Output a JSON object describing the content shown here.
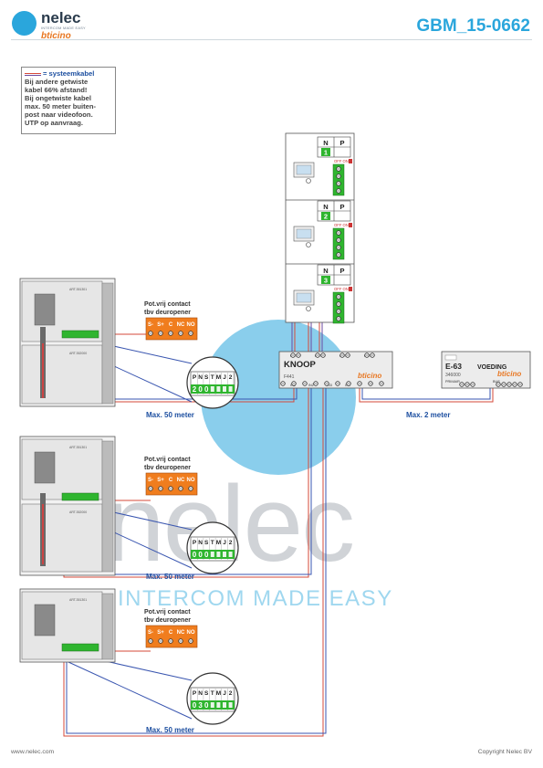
{
  "header": {
    "brand_name": "nelec",
    "brand_tagline": "INTERCOM MADE EASY",
    "partner_brand": "bticino",
    "document_code": "GBM_15-0662"
  },
  "note": {
    "legend_label": "= systeemkabel",
    "lines": [
      "Bij andere getwiste",
      "kabel 66% afstand!",
      "Bij ongetwiste kabel",
      "max. 50 meter buiten-",
      "post naar videofoon.",
      "UTP op aanvraag."
    ]
  },
  "panels": [
    {
      "module_top_label": "ART.351301",
      "module_bottom_label": "ART.352000",
      "contact_title": "Pot.vrij contact",
      "contact_subtitle": "tbv deuropener",
      "terminals": [
        "S-",
        "S+",
        "C",
        "NC",
        "NO"
      ],
      "dip_headers": [
        "P",
        "N",
        "S",
        "T",
        "M",
        "J",
        "2"
      ],
      "dip_p": "2",
      "dip_n": "0",
      "dip_s": "0",
      "distance": "Max. 50 meter"
    },
    {
      "module_top_label": "ART.351301",
      "module_bottom_label": "ART.352000",
      "contact_title": "Pot.vrij contact",
      "contact_subtitle": "tbv deuropener",
      "terminals": [
        "S-",
        "S+",
        "C",
        "NC",
        "NO"
      ],
      "dip_headers": [
        "P",
        "N",
        "S",
        "T",
        "M",
        "J",
        "2"
      ],
      "dip_p": "0",
      "dip_n": "0",
      "dip_s": "0",
      "distance": "Max. 50 meter"
    },
    {
      "module_top_label": "ART.351301",
      "module_bottom_label": "",
      "contact_title": "Pot.vrij contact",
      "contact_subtitle": "tbv deuropener",
      "terminals": [
        "S-",
        "S+",
        "C",
        "NC",
        "NO"
      ],
      "dip_headers": [
        "P",
        "N",
        "S",
        "T",
        "M",
        "J",
        "2"
      ],
      "dip_p": "0",
      "dip_n": "3",
      "dip_s": "0",
      "distance": "Max. 50 meter"
    }
  ],
  "monitors": [
    {
      "n_label": "N",
      "p_label": "P",
      "n_value": "1",
      "off_on": "OFF ON"
    },
    {
      "n_label": "N",
      "p_label": "P",
      "n_value": "2",
      "off_on": "OFF ON"
    },
    {
      "n_label": "N",
      "p_label": "P",
      "n_value": "3",
      "off_on": "OFF ON"
    }
  ],
  "distributor": {
    "title": "KNOOP",
    "code": "F441",
    "brand": "bticino",
    "ports_top": [
      "OUT1",
      "OUT2",
      "OUT3",
      "OUT4"
    ],
    "ports_bottom": [
      "IN1",
      "IN2",
      "IN3",
      "IN4"
    ]
  },
  "power_supply": {
    "model": "E-63",
    "title": "VOEDING",
    "code": "346000",
    "brand": "bticino",
    "left_terminal": "PRIMAIR",
    "right_terminal": "BUS"
  },
  "power_link_distance": "Max. 2 meter",
  "watermark": {
    "word": "nelec",
    "tagline": "INTERCOM MADE EASY"
  },
  "footer": {
    "website": "www.nelec.com",
    "copyright": "Copyright Nelec BV"
  },
  "colors": {
    "accent_blue": "#2aa6dc",
    "orange": "#f07d1e",
    "green": "#2fb52f",
    "cable_red": "#d64a3a",
    "cable_blue": "#3a56b0"
  }
}
